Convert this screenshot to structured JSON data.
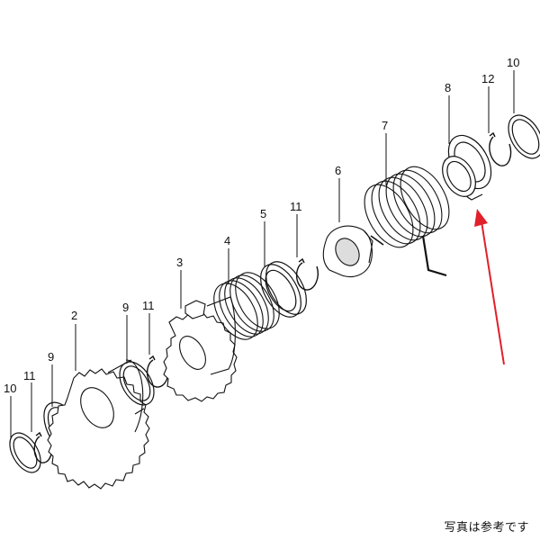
{
  "diagram": {
    "labels": [
      {
        "id": "p10a",
        "text": "10"
      },
      {
        "id": "p11a",
        "text": "11"
      },
      {
        "id": "p9a",
        "text": "9"
      },
      {
        "id": "p2",
        "text": "2"
      },
      {
        "id": "p9b",
        "text": "9"
      },
      {
        "id": "p11b",
        "text": "11"
      },
      {
        "id": "p3",
        "text": "3"
      },
      {
        "id": "p4",
        "text": "4"
      },
      {
        "id": "p5",
        "text": "5"
      },
      {
        "id": "p11c",
        "text": "11"
      },
      {
        "id": "p6",
        "text": "6"
      },
      {
        "id": "p7",
        "text": "7"
      },
      {
        "id": "p8",
        "text": "8"
      },
      {
        "id": "p12",
        "text": "12"
      },
      {
        "id": "p10b",
        "text": "10"
      }
    ],
    "highlight_color": "#e0202a",
    "line_color": "#111111"
  },
  "caption": "写真は参考です"
}
